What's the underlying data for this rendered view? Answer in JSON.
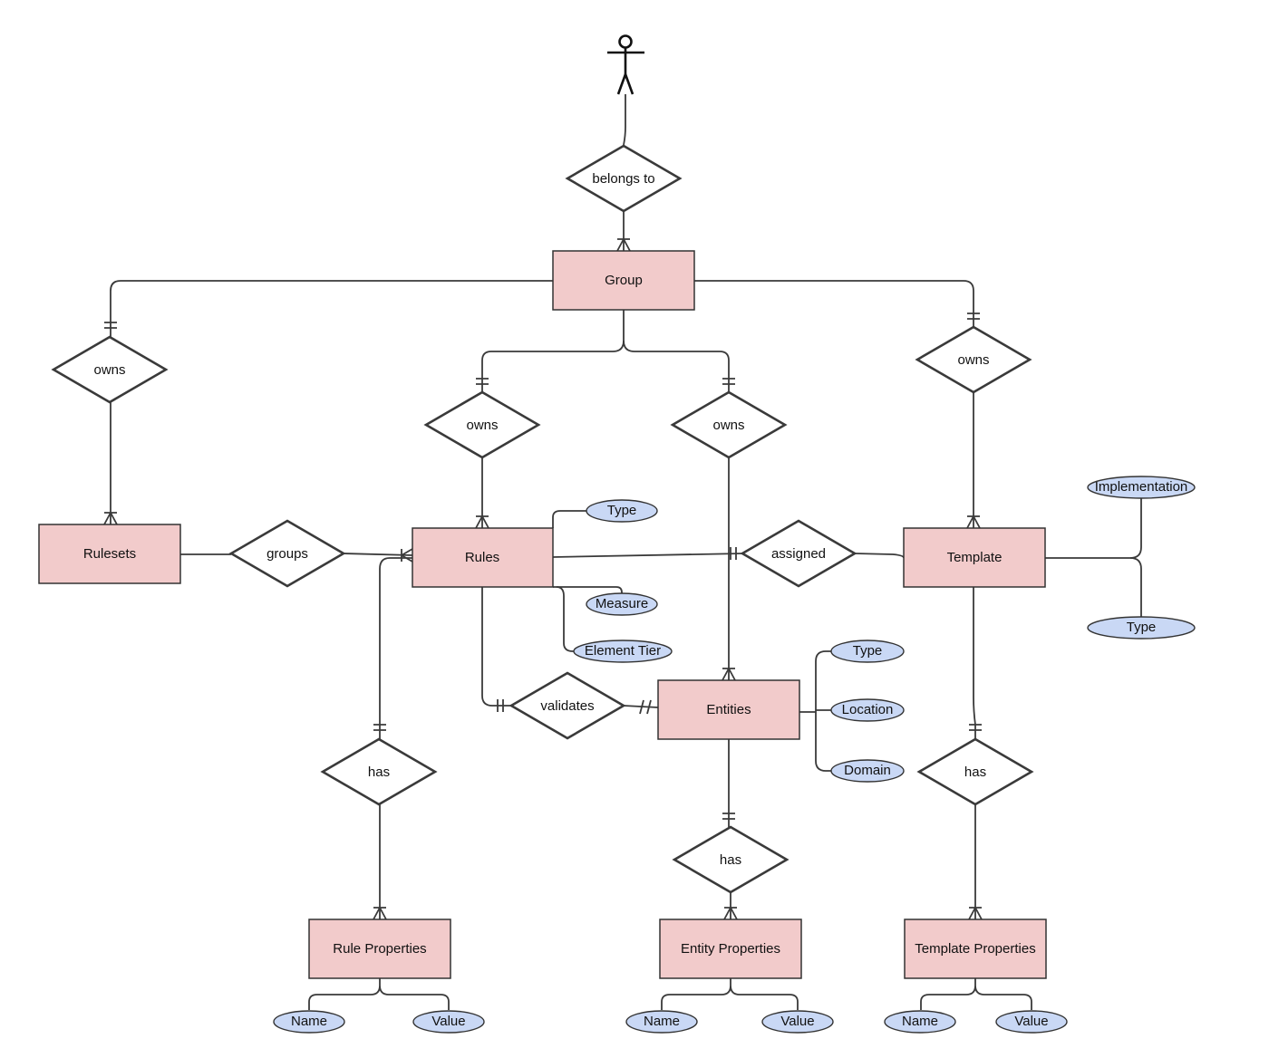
{
  "actor": {
    "icon": "user-stick-figure-icon"
  },
  "entities": [
    {
      "id": "group",
      "label": "Group"
    },
    {
      "id": "rulesets",
      "label": "Rulesets"
    },
    {
      "id": "rules",
      "label": "Rules"
    },
    {
      "id": "template",
      "label": "Template"
    },
    {
      "id": "entities",
      "label": "Entities"
    },
    {
      "id": "rule_properties",
      "label": "Rule Properties"
    },
    {
      "id": "entity_properties",
      "label": "Entity Properties"
    },
    {
      "id": "template_properties",
      "label": "Template Properties"
    }
  ],
  "relationships": [
    {
      "id": "belongs_to",
      "label": "belongs to"
    },
    {
      "id": "owns_rulesets",
      "label": "owns"
    },
    {
      "id": "owns_rules",
      "label": "owns"
    },
    {
      "id": "owns_entities",
      "label": "owns"
    },
    {
      "id": "owns_template",
      "label": "owns"
    },
    {
      "id": "groups",
      "label": "groups"
    },
    {
      "id": "assigned",
      "label": "assigned"
    },
    {
      "id": "validates",
      "label": "validates"
    },
    {
      "id": "has_rule_props",
      "label": "has"
    },
    {
      "id": "has_entity_props",
      "label": "has"
    },
    {
      "id": "has_template_props",
      "label": "has"
    }
  ],
  "attributes": [
    {
      "id": "rules_type",
      "label": "Type"
    },
    {
      "id": "rules_measure",
      "label": "Measure"
    },
    {
      "id": "rules_element_tier",
      "label": "Element Tier"
    },
    {
      "id": "template_implementation",
      "label": "Implementation"
    },
    {
      "id": "template_type",
      "label": "Type"
    },
    {
      "id": "entities_type",
      "label": "Type"
    },
    {
      "id": "entities_location",
      "label": "Location"
    },
    {
      "id": "entities_domain",
      "label": "Domain"
    },
    {
      "id": "ruleprop_name",
      "label": "Name"
    },
    {
      "id": "ruleprop_value",
      "label": "Value"
    },
    {
      "id": "entityprop_name",
      "label": "Name"
    },
    {
      "id": "entityprop_value",
      "label": "Value"
    },
    {
      "id": "templateprop_name",
      "label": "Name"
    },
    {
      "id": "templateprop_value",
      "label": "Value"
    }
  ]
}
